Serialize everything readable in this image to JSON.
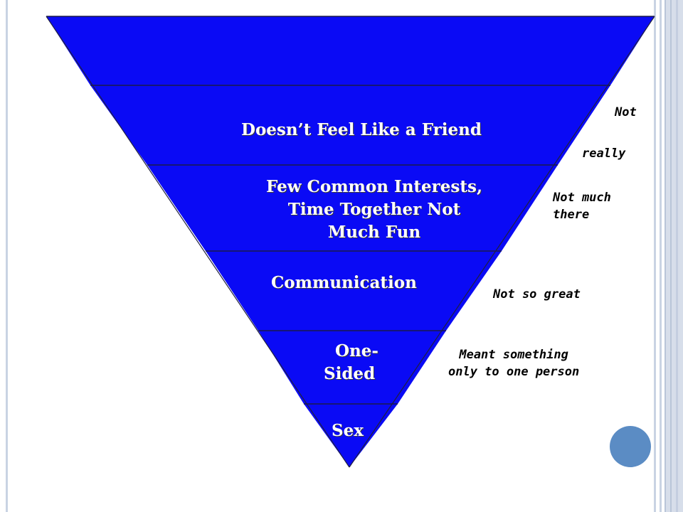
{
  "colors": {
    "layer_fill": "#0a0af5",
    "layer_divider": "#1a1a4a",
    "outline": "#202040",
    "label_text": "#ffffff",
    "note_text": "#000000",
    "dot": "#5b8cc4",
    "frame": "#c9d3e3"
  },
  "pyramid": {
    "levels": [
      {
        "label_lines": []
      },
      {
        "label_lines": [
          "Doesn’t Feel Like a Friend"
        ]
      },
      {
        "label_lines": [
          "Few Common Interests,",
          "Time Together Not",
          "Much Fun"
        ]
      },
      {
        "label_lines": [
          "Communication"
        ]
      },
      {
        "label_lines": [
          "One-",
          "Sided"
        ]
      },
      {
        "label_lines": [
          "Sex"
        ]
      }
    ]
  },
  "notes": {
    "not": "Not",
    "really": "really",
    "not_much_line1": "Not much",
    "not_much_line2": "there",
    "not_so_great": "Not so great",
    "meant_line1": "Meant something",
    "meant_line2": "only to one person"
  },
  "decor": {
    "dot_icon": "circle-icon"
  }
}
